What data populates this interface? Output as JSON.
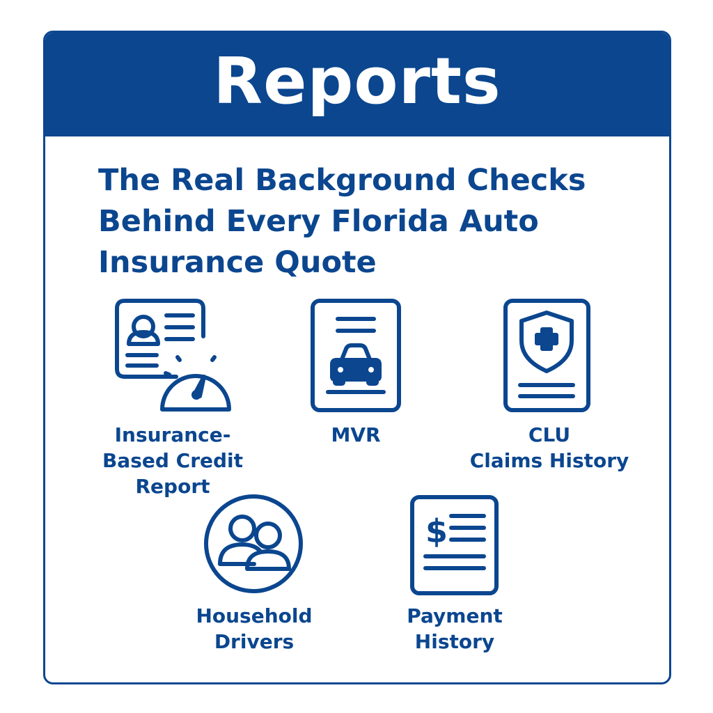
{
  "header": {
    "title": "Reports"
  },
  "subtitle": "The Real Background Checks Behind Every Florida Auto Insurance Quote",
  "items": [
    {
      "label": "Insurance-\nBased Credit\nReport",
      "icon": "credit-report-gauge-icon"
    },
    {
      "label": "MVR",
      "icon": "car-document-icon"
    },
    {
      "label": "CLU\nClaims History",
      "icon": "shield-document-icon"
    },
    {
      "label": "Household\nDrivers",
      "icon": "people-circle-icon"
    },
    {
      "label": "Payment\nHistory",
      "icon": "dollar-document-icon"
    }
  ],
  "colors": {
    "brand": "#0b468f",
    "background": "#ffffff"
  }
}
